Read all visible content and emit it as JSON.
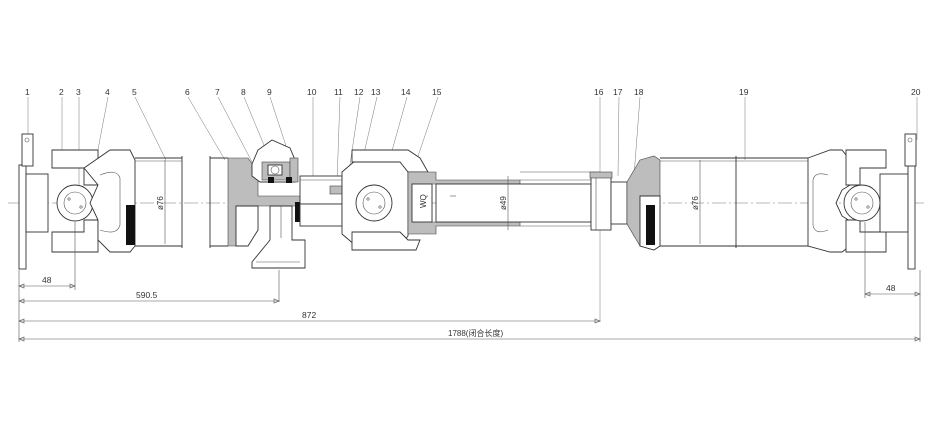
{
  "part_numbers": [
    "1",
    "2",
    "3",
    "4",
    "5",
    "6",
    "7",
    "8",
    "9",
    "10",
    "11",
    "12",
    "13",
    "14",
    "15",
    "16",
    "17",
    "18",
    "19",
    "20"
  ],
  "diameters": {
    "left_tube": "ø76",
    "middle_shaft": "ø49",
    "right_tube": "ø76"
  },
  "dimensions": {
    "left_flange": "48",
    "to_support_bearing": "590.5",
    "to_slip_joint": "872",
    "total_length": "1788(闭合长度)",
    "right_flange": "48"
  },
  "stamp": "WQ",
  "colors": {
    "line": "#333333",
    "section_fill": "#bdbdbd",
    "seal_black": "#111111"
  }
}
